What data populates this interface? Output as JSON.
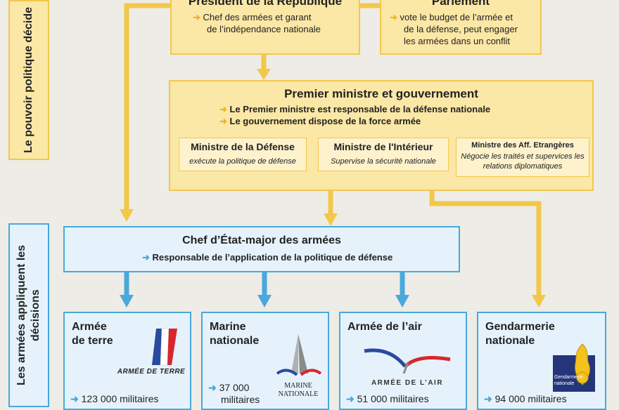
{
  "left_labels": {
    "politique": "Le pouvoir politique décide",
    "armees": "Les armées appliquent les décisions"
  },
  "president": {
    "title": "Président de la République",
    "line1": "Chef des armées et garant",
    "line2": "de l’indépendance nationale"
  },
  "parlement": {
    "title": "Parlement",
    "line1": "vote le budget de l’armée et",
    "line2": "de la défense, peut engager",
    "line3": "les armées dans un conflit"
  },
  "gouvernement": {
    "title": "Premier ministre et gouvernement",
    "line1": "Le Premier ministre est responsable de la défense nationale",
    "line2": "Le gouvernement dispose de la force armée",
    "ministres": [
      {
        "title": "Ministre de la Défense",
        "desc": "exécute la politique de défense"
      },
      {
        "title": "Ministre de l'Intérieur",
        "desc": "Supervise la sécurité nationale"
      },
      {
        "title": "Ministre des Aff. Etrangères",
        "desc": "Négocie les traités et supervices les relations diplomatiques"
      }
    ]
  },
  "chef_etat_major": {
    "title": "Chef d’État-major des armées",
    "line1": "Responsable de l’application de la politique de défense"
  },
  "forces": [
    {
      "title1": "Armée",
      "title2": "de terre",
      "count": "123 000 militaires",
      "logo_text": "ARMÉE DE TERRE"
    },
    {
      "title1": "Marine",
      "title2": "nationale",
      "count1": "37 000",
      "count2": "militaires",
      "logo_text1": "MARINE",
      "logo_text2": "NATIONALE"
    },
    {
      "title1": "Armée de l’air",
      "count": "51 000 militaires",
      "logo_text": "ARMÉE DE L’AIR"
    },
    {
      "title1": "Gendarmerie",
      "title2": "nationale",
      "count": "94 000 militaires",
      "logo_text1": "Gendarmerie",
      "logo_text2": "nationale"
    }
  ],
  "colors": {
    "yellow_border": "#f2c84a",
    "yellow_fill": "#fbe7a6",
    "blue_border": "#49a8dc",
    "blue_fill": "#e6f2fb"
  }
}
